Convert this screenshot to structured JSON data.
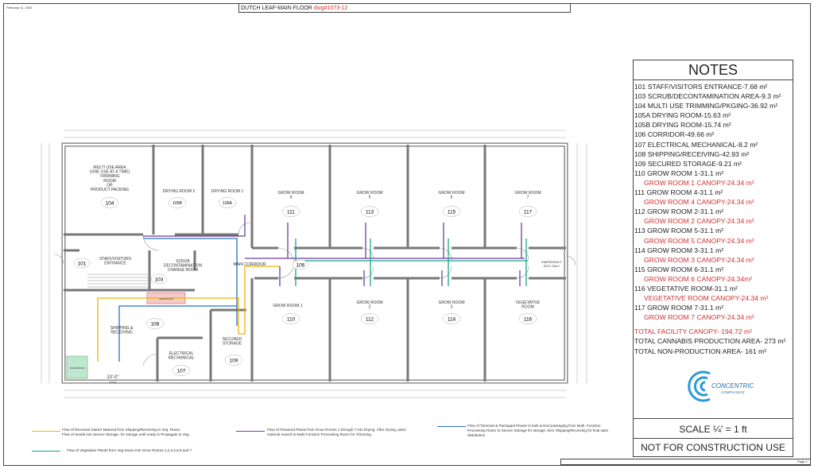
{
  "header": {
    "date": "February 11, 2020",
    "title": "DUTCH LEAF-MAIN FLOOR ",
    "drawing_number": "dwg#1073-12"
  },
  "rooms": {
    "r101": {
      "name": "STAFF/VISITORS\nENTRANCE",
      "number": "101"
    },
    "r103": {
      "name": "SCRUB\nDECONTAMINATION\nCHANGE ROOM",
      "number": "103"
    },
    "r104": {
      "name": "MULTI USE AREA\n(ONE USE AT A TIME)\nTRIMMING\nROOM\nOR\nPRODUCT PACKING",
      "number": "104"
    },
    "r105b": {
      "name": "DRYING ROOM 2",
      "number": "105B"
    },
    "r105a": {
      "name": "DRYING ROOM 1",
      "number": "105A"
    },
    "r106": {
      "name": "MAIN CORRIDOR",
      "number": "106"
    },
    "r107": {
      "name": "ELECTRICAL\nMECHANICAL",
      "number": "107"
    },
    "r108": {
      "name": "SHIPPING &\nRECEIVING",
      "number": "108"
    },
    "r109": {
      "name": "SECURED\nSTORAGE",
      "number": "109"
    },
    "r111": {
      "name": "GROW ROOM\n4",
      "number": "111"
    },
    "r113": {
      "name": "GROW ROOM\n5",
      "number": "113"
    },
    "r115": {
      "name": "GROW ROOM\n6",
      "number": "115"
    },
    "r117": {
      "name": "GROW ROOM\n7",
      "number": "117"
    },
    "r110": {
      "name": "GROW ROOM 1",
      "number": "110"
    },
    "r112": {
      "name": "GROW ROOM\n2",
      "number": "112"
    },
    "r114": {
      "name": "GROW ROOM\n3",
      "number": "114"
    },
    "r116": {
      "name": "VEGETATIVE\nROOM",
      "number": "116"
    },
    "emergency_exit": "EMERGENCY\nEXIT ONLY",
    "door_size": "10'-0\"",
    "door_tag": "DOOR",
    "washroom": "WASHROOM",
    "restroom": "RESTROOM"
  },
  "notes": {
    "title": "NOTES",
    "lines": [
      {
        "text": "101 STAFF/VISITORS ENTRANCE-7.68 m²",
        "kind": "normal"
      },
      {
        "text": "103 SCRUB/DECONTAMINATION AREA-9.3 m²",
        "kind": "normal"
      },
      {
        "text": "104 MULTI USE TRIMMING/PKGING-36.92 m²",
        "kind": "normal"
      },
      {
        "text": "105A DRYING ROOM-15.63 m²",
        "kind": "normal"
      },
      {
        "text": "105B DRYING ROOM-15.74 m²",
        "kind": "normal"
      },
      {
        "text": "106 CORRIDOR-49.66 m²",
        "kind": "normal"
      },
      {
        "text": "107 ELECTRICAL MECHANICAL-8.2 m²",
        "kind": "normal"
      },
      {
        "text": "108 SHIPPING/RECEIVING-42.93 m²",
        "kind": "normal"
      },
      {
        "text": "109 SECURED STORAGE-9.21 m²",
        "kind": "normal"
      },
      {
        "text": "110 GROW ROOM 1-31.1 m²",
        "kind": "normal"
      },
      {
        "text": "GROW ROOM 1 CANOPY-24.34 m²",
        "kind": "canopy"
      },
      {
        "text": "111 GROW ROOM 4-31.1 m²",
        "kind": "normal"
      },
      {
        "text": "GROW ROOM 4 CANOPY-24.34 m²",
        "kind": "canopy"
      },
      {
        "text": "112 GROW ROOM 2-31.1 m²",
        "kind": "normal"
      },
      {
        "text": "GROW ROOM 2 CANOPY-24.34 m²",
        "kind": "canopy"
      },
      {
        "text": "113 GROW ROOM 5-31.1 m²",
        "kind": "normal"
      },
      {
        "text": "GROW ROOM 5 CANOPY-24.34 m²",
        "kind": "canopy"
      },
      {
        "text": "114 GROW ROOM 3-31.1 m²",
        "kind": "normal"
      },
      {
        "text": "GROW ROOM 3 CANOPY-24.34 m²",
        "kind": "canopy"
      },
      {
        "text": "115 GROW ROOM 6-31.1 m²",
        "kind": "normal"
      },
      {
        "text": "GROW ROOM 6 CANOPY-24.34m²",
        "kind": "canopy"
      },
      {
        "text": "116 VEGETATIVE ROOM-31.1 m²",
        "kind": "normal"
      },
      {
        "text": "VEGETATIVE ROOM  CANOPY-24.34 m²",
        "kind": "canopy"
      },
      {
        "text": "117 GROW ROOM 7-31.1 m²",
        "kind": "normal"
      },
      {
        "text": "GROW ROOM 7 CANOPY-24.34 m²",
        "kind": "canopy"
      },
      {
        "text": "TOTAL FACILITY CANOPY- 194.72 m²",
        "kind": "total-red"
      },
      {
        "text": "TOTAL CANNABIS PRODUCTION AREA- 273 m²",
        "kind": "normal"
      },
      {
        "text": "TOTAL NON-PRODUCTION AREA- 161 m²",
        "kind": "normal"
      }
    ]
  },
  "logo": {
    "name": "CONCENTRIC",
    "tagline": "COMPLIANCE"
  },
  "scale_text": "SCALE ¼' = 1 ft",
  "nfc_text": "NOT FOR CONSTRUCTION USE",
  "legend": {
    "yellow": "Flow of Received Starter Material from Shipping/Receiving to Veg. Room,\nFlow of Seeds into Secure Storage, for storage until ready to Propagate in Veg.",
    "purple": "Flow of Flowered Plants from Grow Rooms 1 through 7 into Drying. After Drying, plant\nmaterial moved to Multi Function Processing Room for Trimming.",
    "blue": "Flow of Trimmed & Packaged Flower in bulk & final packaging from Multi. Function\nProcessing Room to Secure Storage for storage, then Shipping/Receiving for final sale/\ndistribution",
    "teal": "Flow of Vegetative Plants from Veg Room into Grow Rooms 1,2,3,4,5,6 and 7"
  },
  "page_label": "Page 1",
  "colors": {
    "yellow": "#f0b400",
    "purple": "#6a3fa0",
    "blue": "#2a6fc0",
    "teal": "#1aa38a",
    "red": "#d32f2f"
  }
}
